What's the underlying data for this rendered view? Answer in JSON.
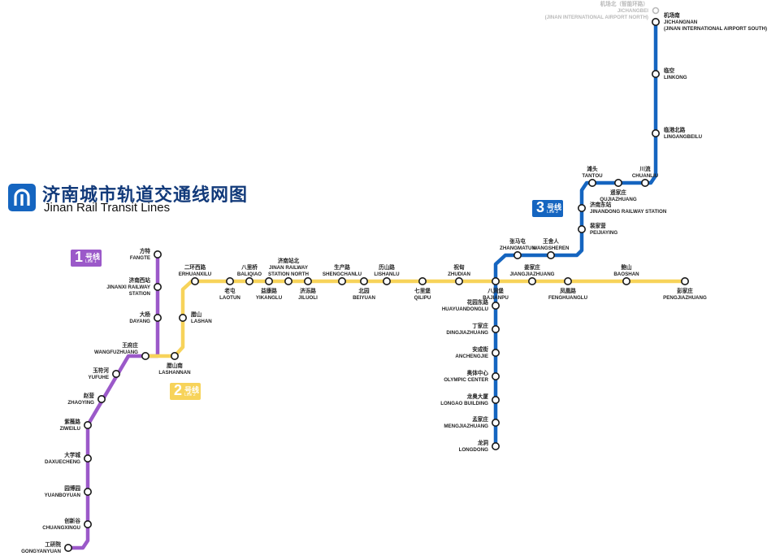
{
  "title": {
    "cn": "济南城市轨道交通线网图",
    "en": "Jinan Rail Transit Lines"
  },
  "lines": [
    {
      "id": "line1",
      "color": "#9b59c9",
      "badge": {
        "num": "1",
        "cn": "号线",
        "en": "Line 1"
      }
    },
    {
      "id": "line2",
      "color": "#f7d35a",
      "badge": {
        "num": "2",
        "cn": "号线",
        "en": "Line 2"
      }
    },
    {
      "id": "line3",
      "color": "#1565c0",
      "badge": {
        "num": "3",
        "cn": "号线",
        "en": "Line 3"
      }
    }
  ],
  "stations": [
    {
      "cn": "方特",
      "en": [
        "FANGTE"
      ]
    },
    {
      "cn": "济南西站",
      "en": [
        "JINANXI RAILWAY",
        "STATION"
      ]
    },
    {
      "cn": "大杨",
      "en": [
        "DAYANG"
      ]
    },
    {
      "cn": "王府庄",
      "en": [
        "WANGFUZHUANG"
      ]
    },
    {
      "cn": "玉符河",
      "en": [
        "YUFUHE"
      ]
    },
    {
      "cn": "赵营",
      "en": [
        "ZHAOYING"
      ]
    },
    {
      "cn": "紫薇路",
      "en": [
        "ZIWEILU"
      ]
    },
    {
      "cn": "大学城",
      "en": [
        "DAXUECHENG"
      ]
    },
    {
      "cn": "园博园",
      "en": [
        "YUANBOYUAN"
      ]
    },
    {
      "cn": "创新谷",
      "en": [
        "CHUANGXINGU"
      ]
    },
    {
      "cn": "工研院",
      "en": [
        "GONGYANYUAN"
      ]
    },
    {
      "cn": "腊山南",
      "en": [
        "LASHANNAN"
      ]
    },
    {
      "cn": "腊山",
      "en": [
        "LASHAN"
      ]
    },
    {
      "cn": "二环西路",
      "en": [
        "ERHUANXILU"
      ]
    },
    {
      "cn": "老屯",
      "en": [
        "LAOTUN"
      ]
    },
    {
      "cn": "八里桥",
      "en": [
        "BALIQIAO"
      ]
    },
    {
      "cn": "益康路",
      "en": [
        "YIKANGLU"
      ]
    },
    {
      "cn": "济南站北",
      "en": [
        "JINAN RAILWAY",
        "STATION NORTH"
      ]
    },
    {
      "cn": "济泺路",
      "en": [
        "JILUOLI"
      ]
    },
    {
      "cn": "生产路",
      "en": [
        "SHENGCHANLU"
      ]
    },
    {
      "cn": "北园",
      "en": [
        "BEIYUAN"
      ]
    },
    {
      "cn": "历山路",
      "en": [
        "LISHANLU"
      ]
    },
    {
      "cn": "七里堡",
      "en": [
        "QILIPU"
      ]
    },
    {
      "cn": "祝甸",
      "en": [
        "ZHUDIAN"
      ]
    },
    {
      "cn": "八涧堡",
      "en": [
        "BAJIANPU"
      ]
    },
    {
      "cn": "姜家庄",
      "en": [
        "JIANGJIAZHUANG"
      ]
    },
    {
      "cn": "凤凰路",
      "en": [
        "FENGHUANGLU"
      ]
    },
    {
      "cn": "鲍山",
      "en": [
        "BAOSHAN"
      ]
    },
    {
      "cn": "彭家庄",
      "en": [
        "PENGJIAZHUANG"
      ]
    },
    {
      "cn": "龙洞",
      "en": [
        "LONGDONG"
      ]
    },
    {
      "cn": "孟家庄",
      "en": [
        "MENGJIAZHUANG"
      ]
    },
    {
      "cn": "龙奥大厦",
      "en": [
        "LONGAO BUILDING"
      ]
    },
    {
      "cn": "奥体中心",
      "en": [
        "OLYMPIC CENTER"
      ]
    },
    {
      "cn": "安成街",
      "en": [
        "ANCHENGJIE"
      ]
    },
    {
      "cn": "丁家庄",
      "en": [
        "DINGJIAZHUANG"
      ]
    },
    {
      "cn": "花园东路",
      "en": [
        "HUAYUANDONGLU"
      ]
    },
    {
      "cn": "张马屯",
      "en": [
        "ZHANGMATUN"
      ]
    },
    {
      "cn": "王舍人",
      "en": [
        "WANGSHEREN"
      ]
    },
    {
      "cn": "裴家营",
      "en": [
        "PEIJIAYING"
      ]
    },
    {
      "cn": "济南东站",
      "en": [
        "JINANDONG RAILWAY STATION"
      ]
    },
    {
      "cn": "滩头",
      "en": [
        "TANTOU"
      ]
    },
    {
      "cn": "遥家庄",
      "en": [
        "QUJIAZHUANG"
      ]
    },
    {
      "cn": "川流",
      "en": [
        "CHUANLIU"
      ]
    },
    {
      "cn": "临港北路",
      "en": [
        "LINGANGBEILU"
      ]
    },
    {
      "cn": "临空",
      "en": [
        "LINKONG"
      ]
    },
    {
      "cn": "机场南",
      "en": [
        "JICHANGNAN",
        "(JINAN INTERNATIONAL AIRPORT SOUTH)"
      ]
    },
    {
      "cn": "机场北（智能环路）",
      "en": [
        "JICHANGBEI",
        "(JINAN INTERNATIONAL AIRPORT NORTH)"
      ]
    }
  ]
}
